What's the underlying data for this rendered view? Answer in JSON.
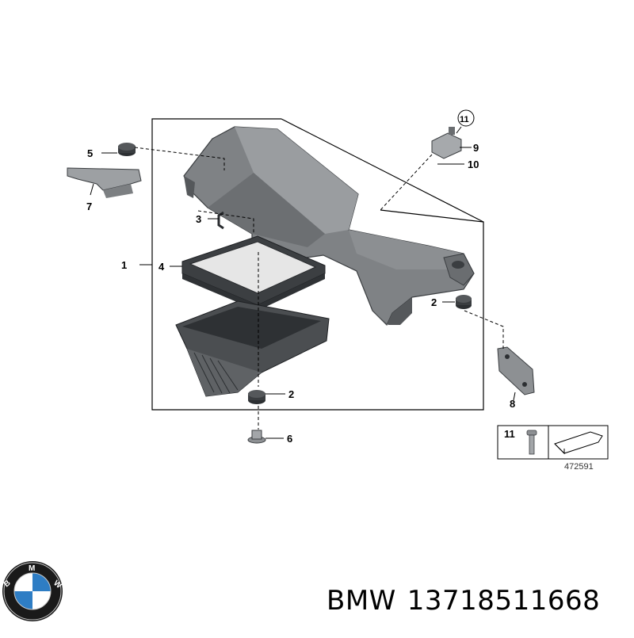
{
  "diagram": {
    "callouts": {
      "c1": "1",
      "c2a": "2",
      "c2b": "2",
      "c3": "3",
      "c4": "4",
      "c5": "5",
      "c6": "6",
      "c7": "7",
      "c8": "8",
      "c9": "9",
      "c10": "10",
      "c11": "11"
    },
    "legend": {
      "item_number": "11",
      "diagram_code": "472591"
    }
  },
  "brand": {
    "name": "BMW",
    "part_number": "13718511668"
  },
  "colors": {
    "housing_light": "#8a8d90",
    "housing_mid": "#6f7275",
    "housing_dark": "#4b4e51",
    "filter_frame": "#3c3f42",
    "filter_media": "#e6e6e6",
    "bmw_blue": "#2e7dc4",
    "bmw_ring": "#1a1a1a"
  }
}
